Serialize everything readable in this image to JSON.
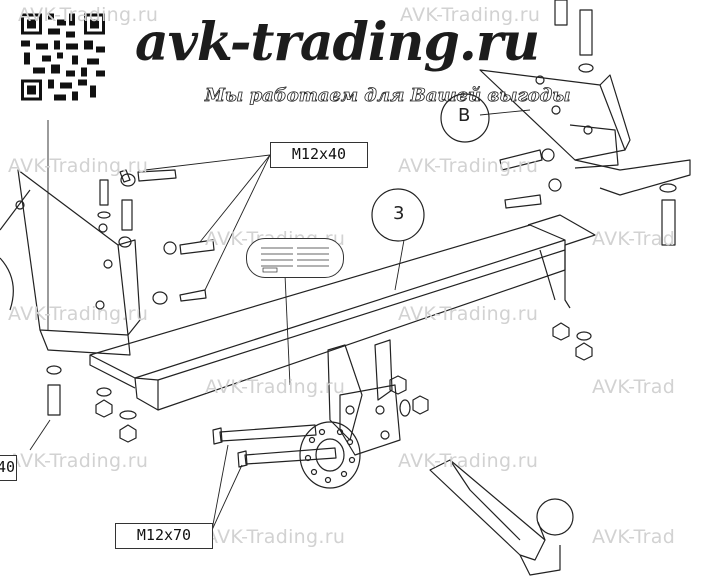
{
  "watermark": {
    "text": "AVK-Trading.ru",
    "text_cut": "AVK-Trad"
  },
  "brand": {
    "name": "avk-trading.ru",
    "slogan": "Мы работаем для Вашей выгоды"
  },
  "callouts": {
    "bolt_upper": "M12x40",
    "bolt_lower": "M12x70",
    "bolt_left_cut": "40",
    "part_number": "3",
    "detail_label": "B"
  },
  "colors": {
    "line": "#222222",
    "watermark": "#d2d2d2",
    "background": "#ffffff"
  }
}
